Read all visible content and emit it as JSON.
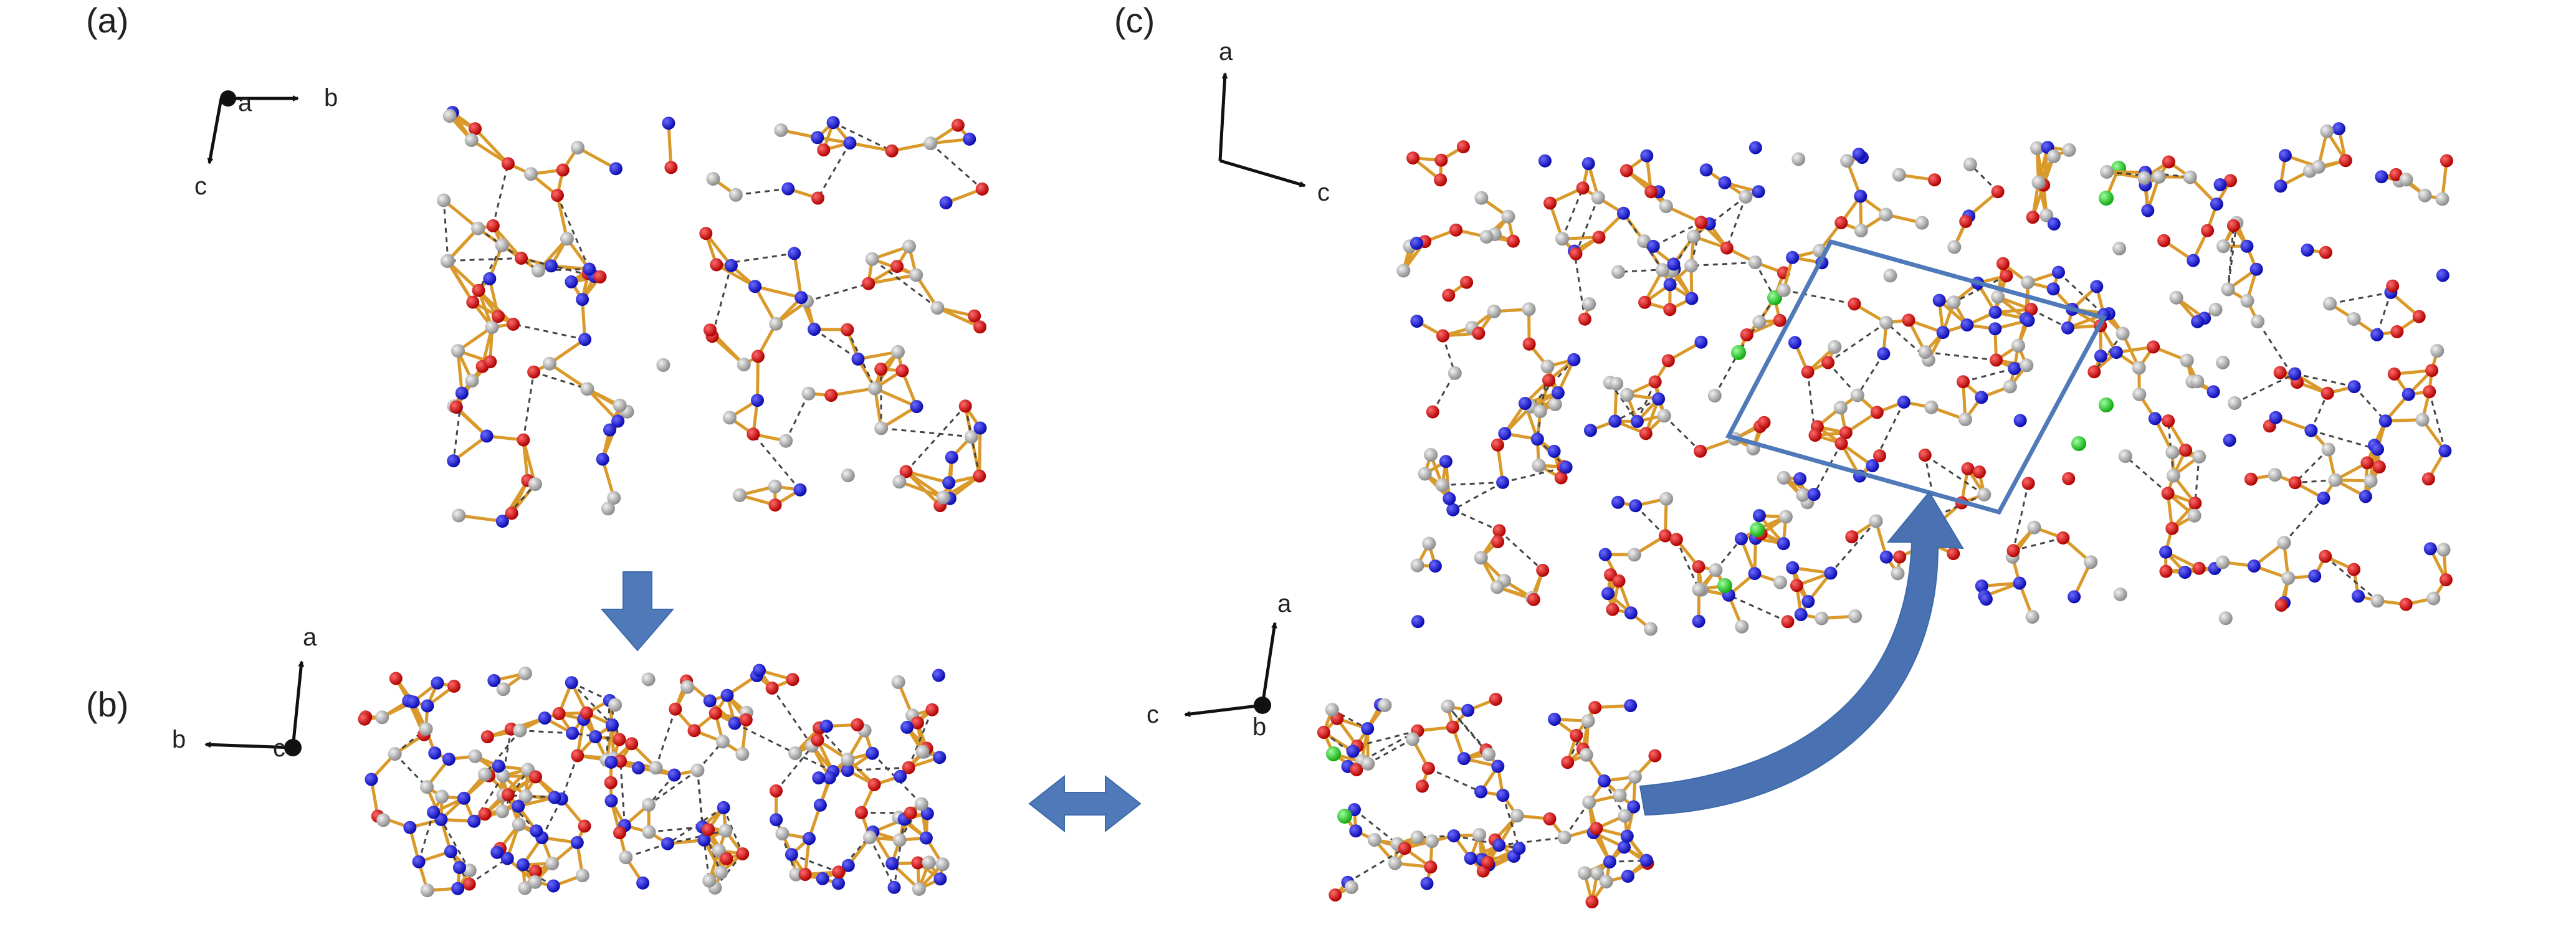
{
  "labels": {
    "panel_a": "(a)",
    "panel_b": "(b)",
    "panel_c": "(c)"
  },
  "axes": {
    "a": {
      "a": "a",
      "b": "b",
      "c": "c"
    },
    "b": {
      "a": "a",
      "b": "b",
      "c": "c"
    },
    "c_top": {
      "a": "a",
      "c": "c"
    },
    "c_bottom": {
      "a": "a",
      "b": "b",
      "c": "c"
    }
  },
  "colors": {
    "nitrogen": "#1a1acc",
    "oxygen": "#dd1111",
    "carbon": "#b8b8b8",
    "chlorine": "#22dd22",
    "bond": "#d99a2b",
    "arrow": "#4f79b8"
  }
}
